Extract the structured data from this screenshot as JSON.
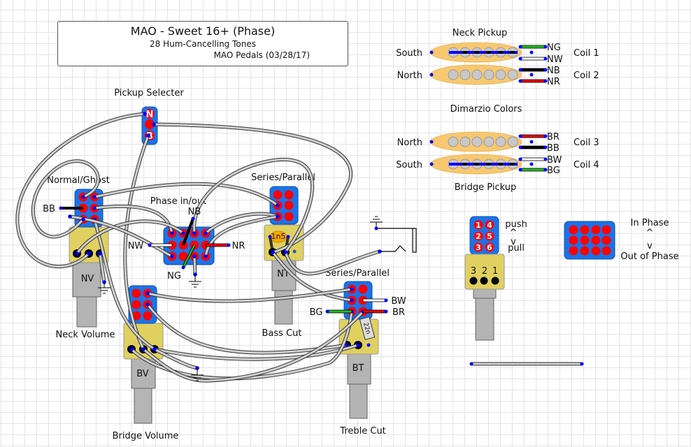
{
  "title": {
    "main": "MAO - Sweet 16+ (Phase)",
    "subtitle": "28 Hum-Cancelling Tones",
    "credit": "MAO Pedals   (03/28/17)"
  },
  "colors": {
    "switch_blue": "#1a73e8",
    "lug_red": "#ff0000",
    "pot_yellow": "#e0d060",
    "shaft_gray": "#b4b4b4",
    "pickup_orange": "#f8c870",
    "wire_gray": "#c8c8c8",
    "node_blue": "#0000ff",
    "wire_green": "#22bb22",
    "wire_red": "#ee0000",
    "wire_black": "#000000",
    "wire_white": "#ffffff"
  },
  "pickups": {
    "neck": {
      "title": "Neck Pickup",
      "coils": [
        {
          "pole": "South",
          "coil": "Coil 1",
          "leads": [
            "NG",
            "NW"
          ],
          "lead_colors": [
            "green",
            "white"
          ]
        },
        {
          "pole": "North",
          "coil": "Coil 2",
          "leads": [
            "NB",
            "NR"
          ],
          "lead_colors": [
            "black",
            "red"
          ]
        }
      ]
    },
    "color_code_label": "Dimarzio Colors",
    "bridge": {
      "title": "Bridge Pickup",
      "coils": [
        {
          "pole": "North",
          "coil": "Coil 3",
          "leads": [
            "BR",
            "BB"
          ],
          "lead_colors": [
            "red",
            "black"
          ]
        },
        {
          "pole": "South",
          "coil": "Coil 4",
          "leads": [
            "BW",
            "BG"
          ],
          "lead_colors": [
            "white",
            "green"
          ]
        }
      ]
    }
  },
  "components": {
    "pickup_selector": {
      "label": "Pickup Selecter",
      "positions": [
        "N",
        "B"
      ]
    },
    "normal_ghost": {
      "label": "Normal/Ghost",
      "lead": "BB"
    },
    "phase_switch": {
      "label": "Phase in/out",
      "leads": {
        "top": "NB",
        "left": "NW",
        "right": "NR",
        "bottom": "NG"
      }
    },
    "series_parallel_neck": {
      "label": "Series/Parallel"
    },
    "series_parallel_bridge": {
      "label": "Series/Parallel",
      "leads": {
        "left": "BG",
        "right_top": "BW",
        "right_bottom": "BR"
      }
    },
    "neck_volume": {
      "label": "Neck Volume",
      "code": "NV"
    },
    "bass_cut": {
      "label": "Bass Cut",
      "code": "NT",
      "capacitor": "1n5"
    },
    "bridge_volume": {
      "label": "Bridge Volume",
      "code": "BV"
    },
    "treble_cut": {
      "label": "Treble Cut",
      "code": "BT",
      "capacitor": "22n"
    }
  },
  "legend": {
    "push_pull": {
      "lug_numbers": [
        "1",
        "4",
        "2",
        "5",
        "3",
        "6"
      ],
      "push": "push",
      "up_arrow": "^",
      "down_arrow": "v",
      "pull": "pull",
      "pot_lugs": [
        "3",
        "2",
        "1"
      ]
    },
    "phase_switch": {
      "in": "In Phase",
      "up_arrow": "^",
      "down_arrow": "v",
      "out": "Out of Phase"
    }
  }
}
